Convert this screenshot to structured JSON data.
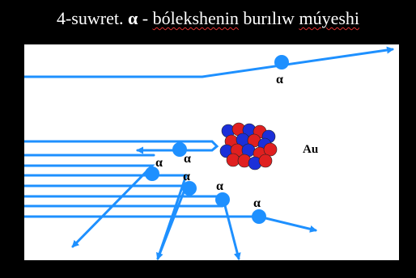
{
  "title": {
    "prefix": "4-suwret. ",
    "greek": "α",
    "dash": " - ",
    "word1": "bólekshenin",
    "word2": "burılıw",
    "word3": "múyeshi"
  },
  "nucleus_label": "Au",
  "particle_label": "α",
  "colors": {
    "background": "#000000",
    "panel": "#ffffff",
    "track": "#1e90ff",
    "proton": "#e02020",
    "neutron": "#1b2fd8",
    "title_text": "#ffffff"
  }
}
